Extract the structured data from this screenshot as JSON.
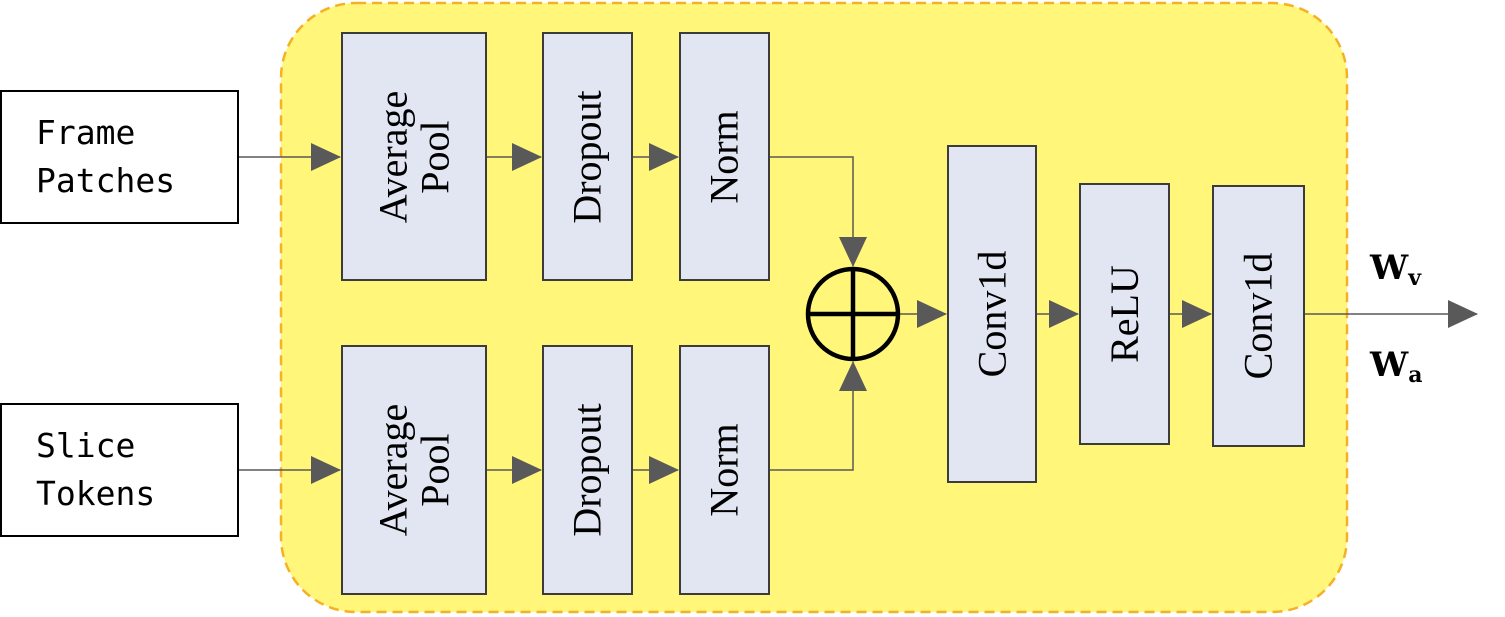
{
  "inputs": {
    "frame_line1": "Frame",
    "frame_line2": "Patches",
    "slice_line1": "Slice",
    "slice_line2": "Tokens"
  },
  "blocks": {
    "avg_pool_line1": "Average",
    "avg_pool_line2": "Pool",
    "dropout": "Dropout",
    "norm": "Norm",
    "conv1d": "Conv1d",
    "relu": "ReLU"
  },
  "outputs": {
    "wv_main": "W",
    "wv_sub": "v",
    "wa_main": "W",
    "wa_sub": "a"
  },
  "colors": {
    "module_fill": "#fff67a",
    "module_border": "#f5b025",
    "block_fill": "#e2e6f2",
    "arrow": "#595959"
  },
  "icons": {
    "sum": "circled-plus-icon"
  }
}
